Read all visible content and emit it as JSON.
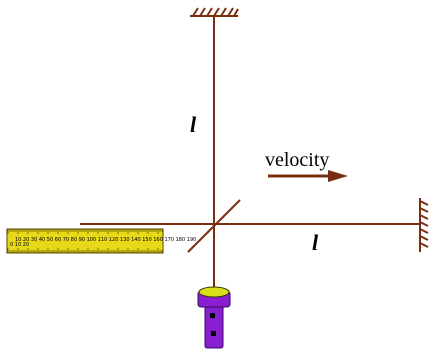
{
  "labels": {
    "vertical_arm_length": "l",
    "horizontal_arm_length": "l",
    "velocity": "velocity"
  },
  "ruler": {
    "scale_text": "10 20 30 40 50 60 70 80 90 100 110 120 130 140 150 160 170 180 190",
    "corner_text": "0 10 20"
  },
  "colors": {
    "arm": "#7a2e10",
    "arrow": "#7a2e10",
    "ruler_fill": "#e8d81a",
    "ruler_stroke": "#5a4a00",
    "detector_body": "#8a1fd1",
    "detector_lens": "#d8e01a",
    "mount_hatch": "#7a2e10"
  },
  "icons": {
    "top_mirror": "hatched-mirror-mount-icon",
    "right_mirror": "hatched-mirror-mount-icon",
    "beam_splitter": "beam-splitter-icon",
    "detector": "detector-icon",
    "ruler": "ruler-icon",
    "velocity_arrow": "arrow-right-icon"
  }
}
